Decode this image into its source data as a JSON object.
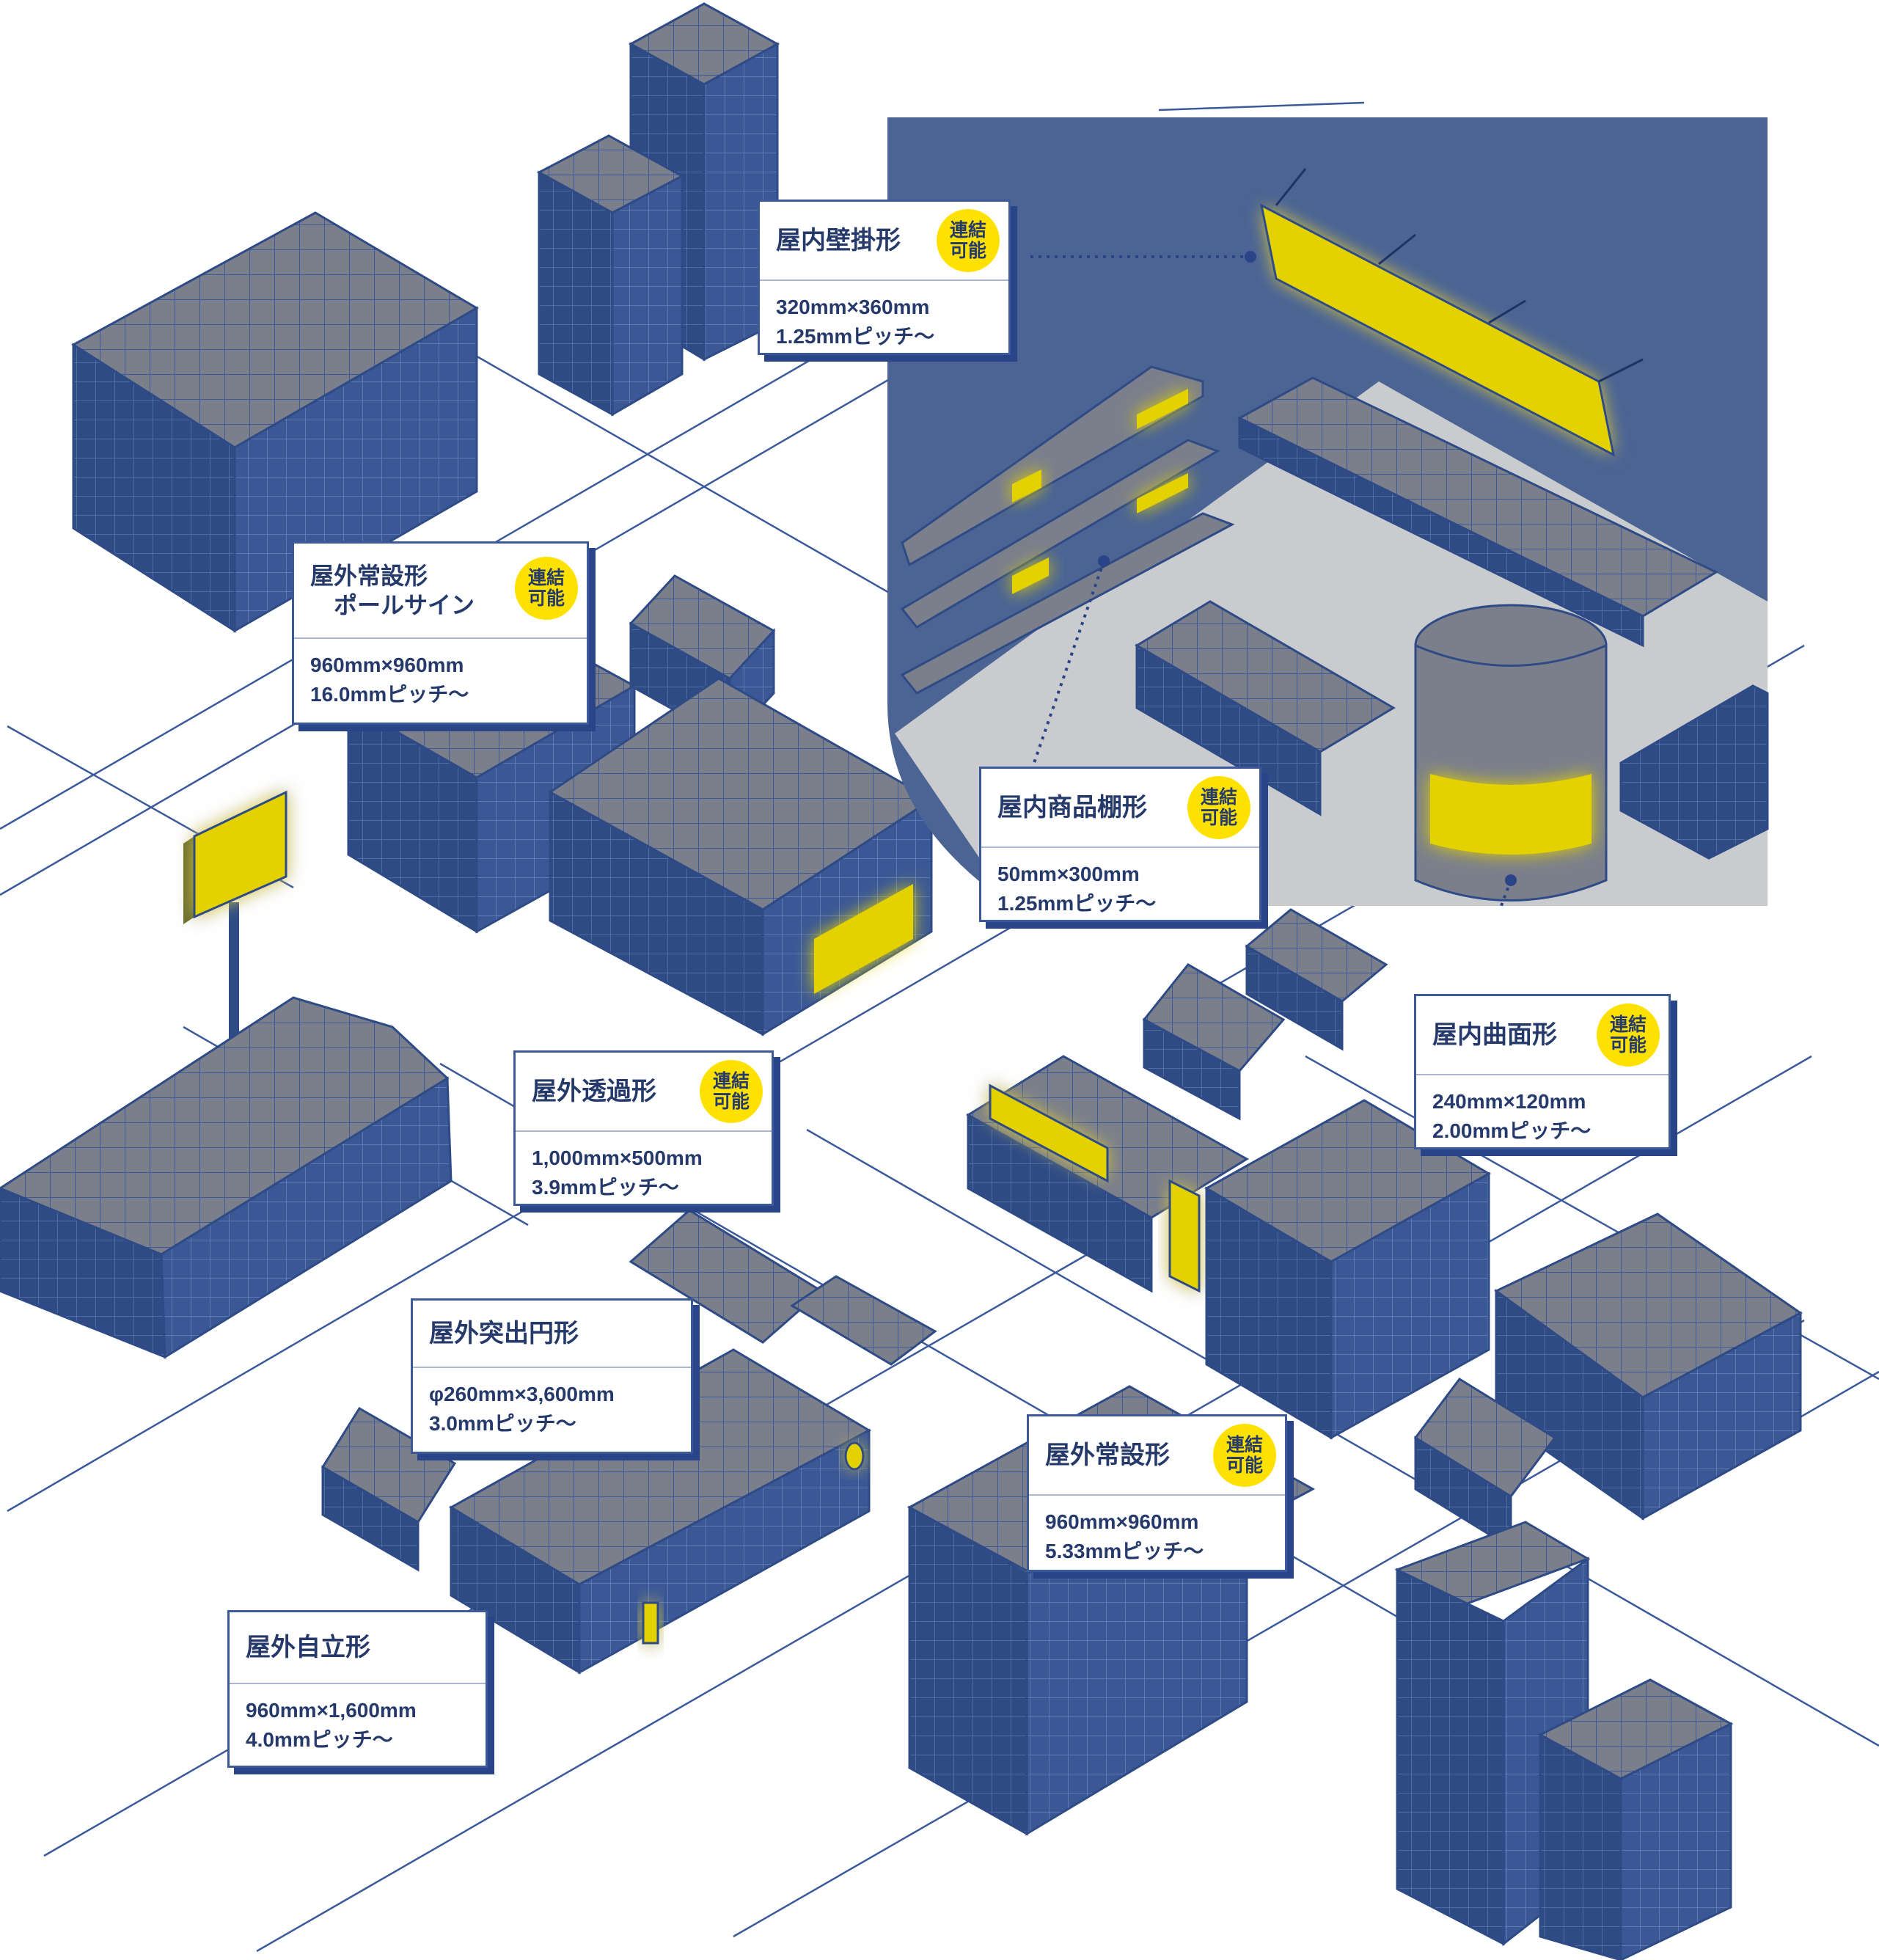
{
  "badge_label": "連結\n可能",
  "colors": {
    "facade": "#2e4b86",
    "roof": "#7b7f8b",
    "grid_line": "#3c5a9a",
    "indoor_bg": "#4b6494",
    "indoor_floor": "#c9cbcf",
    "led_yellow": "#e3d100",
    "badge_yellow": "#ffe100",
    "card_text": "#253a6b"
  },
  "signs": [
    {
      "id": "indoor-wall",
      "title": "屋内壁掛形",
      "linkable": true,
      "size": "320mm×360mm",
      "pitch": "1.25mmピッチ〜"
    },
    {
      "id": "outdoor-pole",
      "title": "屋外常設形\n　ポールサイン",
      "linkable": true,
      "size": "960mm×960mm",
      "pitch": "16.0mmピッチ〜"
    },
    {
      "id": "indoor-shelf",
      "title": "屋内商品棚形",
      "linkable": true,
      "size": "50mm×300mm",
      "pitch": "1.25mmピッチ〜"
    },
    {
      "id": "indoor-curved",
      "title": "屋内曲面形",
      "linkable": true,
      "size": "240mm×120mm",
      "pitch": "2.00mmピッチ〜"
    },
    {
      "id": "outdoor-transparent",
      "title": "屋外透過形",
      "linkable": true,
      "size": "1,000mm×500mm",
      "pitch": "3.9mmピッチ〜"
    },
    {
      "id": "outdoor-round",
      "title": "屋外突出円形",
      "linkable": false,
      "size": "φ260mm×3,600mm",
      "pitch": "3.0mmピッチ〜"
    },
    {
      "id": "outdoor-permanent",
      "title": "屋外常設形",
      "linkable": true,
      "size": "960mm×960mm",
      "pitch": "5.33mmピッチ〜"
    },
    {
      "id": "outdoor-standing",
      "title": "屋外自立形",
      "linkable": false,
      "size": "960mm×1,600mm",
      "pitch": "4.0mmピッチ〜"
    }
  ]
}
